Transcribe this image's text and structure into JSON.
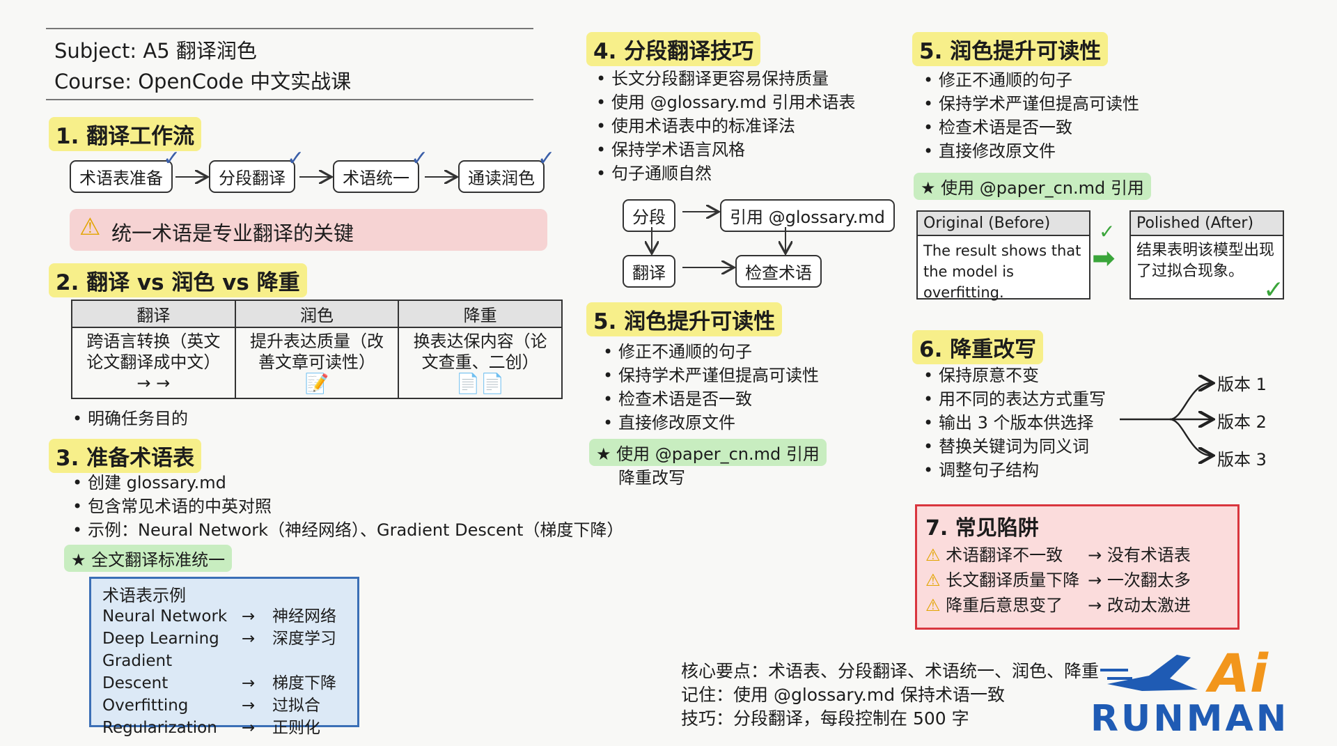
{
  "header": {
    "subject": "Subject:  A5 翻译润色",
    "course": "Course:  OpenCode 中文实战课"
  },
  "s1": {
    "title": "1. 翻译工作流",
    "steps": [
      "术语表准备",
      "分段翻译",
      "术语统一",
      "通读润色"
    ],
    "warning": "统一术语是专业翻译的关键"
  },
  "s2": {
    "title": "2. 翻译 vs 润色 vs 降重",
    "headers": [
      "翻译",
      "润色",
      "降重"
    ],
    "cells": [
      "跨语言转换（英文论文翻译成中文）",
      "提升表达质量（改善文章可读性）",
      "换表达保内容（论文查重、二创）"
    ],
    "arrows": "→ →",
    "note": "明确任务目的"
  },
  "s3": {
    "title": "3. 准备术语表",
    "bullets": [
      "创建 glossary.md",
      "包含常见术语的中英对照",
      "示例：Neural Network（神经网络）、Gradient Descent（梯度下降）"
    ],
    "star": "★ 全文翻译标准统一",
    "example_title": "术语表示例",
    "terms": [
      {
        "en": "Neural Network",
        "zh": "神经网络"
      },
      {
        "en": "Deep Learning",
        "zh": "深度学习"
      },
      {
        "en": "Gradient Descent",
        "zh": "梯度下降"
      },
      {
        "en": "Overfitting",
        "zh": "过拟合"
      },
      {
        "en": "Regularization",
        "zh": "正则化"
      }
    ]
  },
  "s4": {
    "title": "4. 分段翻译技巧",
    "bullets": [
      "长文分段翻译更容易保持质量",
      "使用 @glossary.md 引用术语表",
      "使用术语表中的标准译法",
      "保持学术语言风格",
      "句子通顺自然"
    ],
    "flow": [
      "分段",
      "引用 @glossary.md",
      "翻译",
      "检查术语"
    ]
  },
  "s5mid": {
    "title": "5. 润色提升可读性",
    "bullets": [
      "修正不通顺的句子",
      "保持学术严谨但提高可读性",
      "检查术语是否一致",
      "直接修改原文件"
    ],
    "star": "★ 使用 @paper_cn.md 引用",
    "extra": "降重改写"
  },
  "s5": {
    "title": "5. 润色提升可读性",
    "bullets": [
      "修正不通顺的句子",
      "保持学术严谨但提高可读性",
      "检查术语是否一致",
      "直接修改原文件"
    ],
    "star": "★ 使用 @paper_cn.md 引用",
    "before_title": "Original (Before)",
    "before_text": "The result shows that the model is overfitting.",
    "after_title": "Polished (After)",
    "after_text": "结果表明该模型出现了过拟合现象。"
  },
  "s6": {
    "title": "6. 降重改写",
    "bullets": [
      "保持原意不变",
      "用不同的表达方式重写",
      "输出 3 个版本供选择",
      "替换关键词为同义词",
      "调整句子结构"
    ],
    "versions": [
      "版本 1",
      "版本 2",
      "版本 3"
    ]
  },
  "s7": {
    "title": "7. 常见陷阱",
    "rows": [
      {
        "issue": "术语翻译不一致",
        "cause": "→ 没有术语表"
      },
      {
        "issue": "长文翻译质量下降",
        "cause": "→ 一次翻太多"
      },
      {
        "issue": "降重后意思变了",
        "cause": "→ 改动太激进"
      }
    ]
  },
  "summary": {
    "l1": "核心要点：术语表、分段翻译、术语统一、润色、降重",
    "l2": "记住：使用 @glossary.md 保持术语一致",
    "l3": "技巧：分段翻译，每段控制在 500 字"
  },
  "logo": {
    "ai": "Ai",
    "text": "RUNMAN"
  },
  "colors": {
    "highlight_yellow": "#f7ef8a",
    "highlight_green": "#c8edc0",
    "warning_red": "#f6d3d3",
    "pitfall_border": "#d9363e",
    "glossary_border": "#3b6fb6",
    "logo_blue": "#1f5bb4",
    "logo_orange": "#f2961c"
  }
}
